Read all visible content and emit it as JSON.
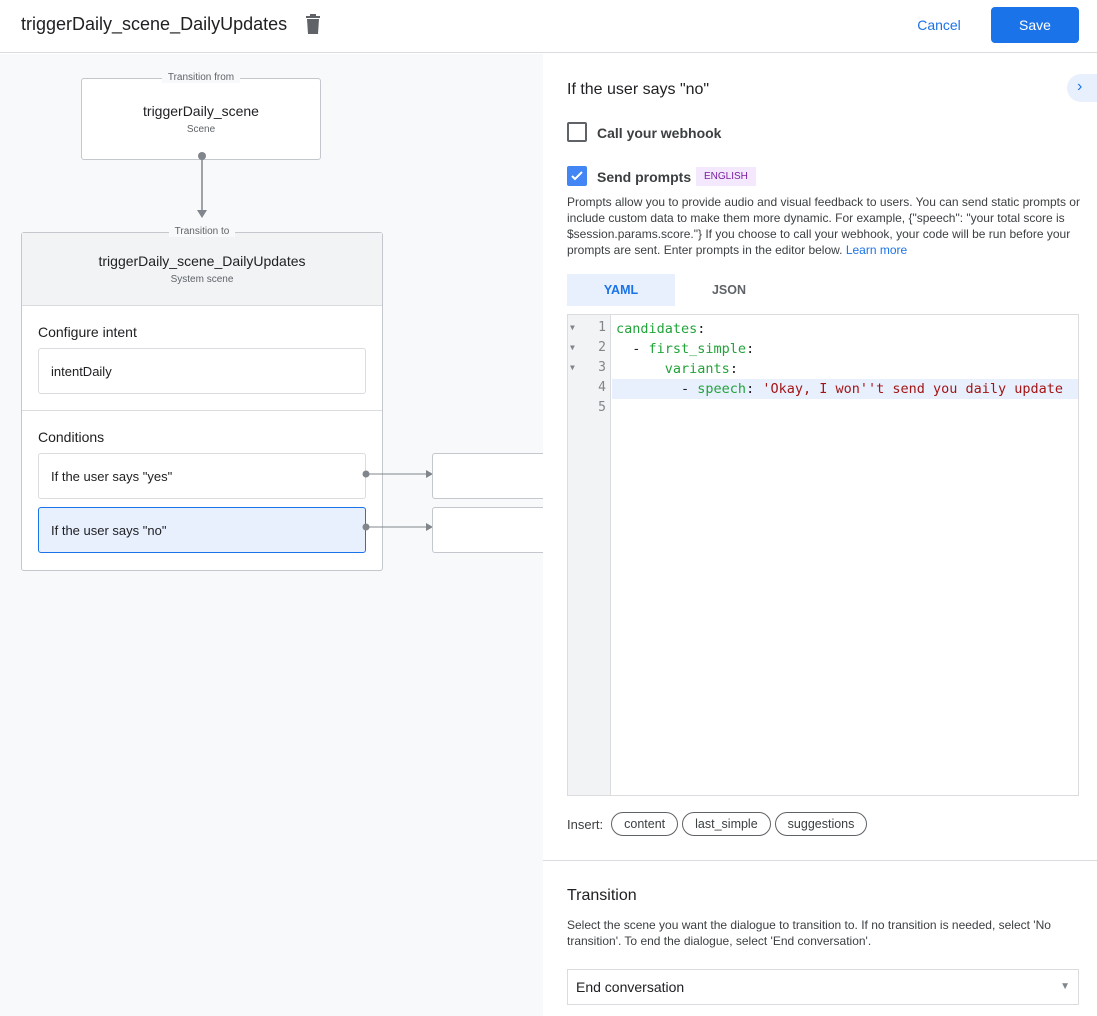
{
  "header": {
    "title": "triggerDaily_scene_DailyUpdates",
    "cancel_label": "Cancel",
    "save_label": "Save"
  },
  "canvas": {
    "from": {
      "legend": "Transition from",
      "name": "triggerDaily_scene",
      "type": "Scene"
    },
    "to": {
      "legend": "Transition to",
      "name": "triggerDaily_scene_DailyUpdates",
      "type": "System scene",
      "configure_intent_label": "Configure intent",
      "intent": "intentDaily",
      "conditions_label": "Conditions",
      "conditions": [
        {
          "label": "If the user says \"yes\"",
          "selected": false
        },
        {
          "label": "If the user says \"no\"",
          "selected": true
        }
      ]
    }
  },
  "panel": {
    "heading": "If the user says \"no\"",
    "webhook": {
      "label": "Call your webhook",
      "checked": false
    },
    "prompts": {
      "label": "Send prompts",
      "checked": true,
      "badge": "ENGLISH",
      "description": "Prompts allow you to provide audio and visual feedback to users. You can send static prompts or include custom data to make them more dynamic. For example, {\"speech\": \"your total score is $session.params.score.\"} If you choose to call your webhook, your code will be run before your prompts are sent. Enter prompts in the editor below.",
      "learn_more": "Learn more"
    },
    "tabs": [
      {
        "label": "YAML",
        "active": true
      },
      {
        "label": "JSON",
        "active": false
      }
    ],
    "code": {
      "line_numbers": [
        "1",
        "2",
        "3",
        "4",
        "5"
      ],
      "l1_key": "candidates",
      "l2_key": "first_simple",
      "l3_key": "variants",
      "l4_key": "speech",
      "l4_value": "'Okay, I won''t send you daily update"
    },
    "insert": {
      "label": "Insert:",
      "chips": [
        "content",
        "last_simple",
        "suggestions"
      ]
    },
    "transition": {
      "title": "Transition",
      "description": "Select the scene you want the dialogue to transition to. If no transition is needed, select 'No transition'. To end the dialogue, select 'End conversation'.",
      "selected": "End conversation"
    }
  }
}
